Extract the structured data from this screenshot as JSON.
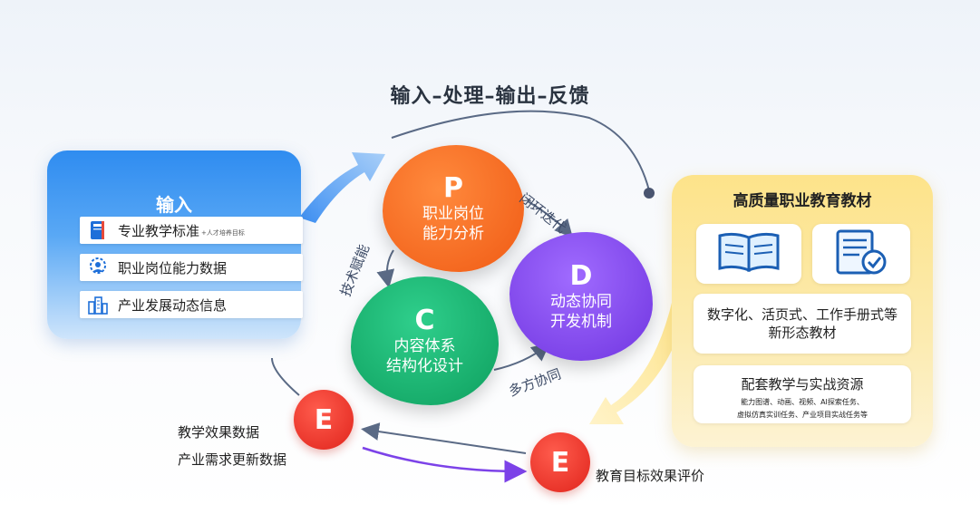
{
  "title": "输入–处理–输出–反馈",
  "input": {
    "title": "输入",
    "items": [
      {
        "label": "专业教学标准",
        "sub": "+人才培养目标",
        "icon": "book-icon"
      },
      {
        "label": "职业岗位能力数据",
        "icon": "gear-person-icon"
      },
      {
        "label": "产业发展动态信息",
        "icon": "building-icon"
      }
    ]
  },
  "nodes": {
    "p": {
      "letter": "P",
      "line1": "职业岗位",
      "line2": "能力分析",
      "color": "#f26a1f"
    },
    "c": {
      "letter": "C",
      "line1": "内容体系",
      "line2": "结构化设计",
      "color": "#14ad68"
    },
    "d": {
      "letter": "D",
      "line1": "动态协同",
      "line2": "开发机制",
      "color": "#7c42e8"
    }
  },
  "edges": {
    "pd": "闭环迭代",
    "pc": "技术赋能",
    "cd": "多方协同"
  },
  "feedback": {
    "e_left": "E",
    "e_bottom": "E",
    "left_text_1": "教学效果数据",
    "left_text_2": "产业需求更新数据",
    "bottom_text": "教育目标效果评价"
  },
  "output": {
    "title": "高质量职业教育教材",
    "desc_line1": "数字化、活页式、工作手册式等",
    "desc_line2": "新形态教材",
    "resources_title": "配套教学与实战资源",
    "resources_line1": "能力图谱、动画、视频、AI探索任务、",
    "resources_line2": "虚拟仿真实训任务、产业项目实战任务等",
    "icons": [
      "open-book-icon",
      "checklist-icon"
    ]
  },
  "colors": {
    "input_blue": "#2f8cf0",
    "output_yellow": "#fde38a",
    "feedback_red": "#e0241c",
    "arrow_slate": "#5a6a85",
    "arrow_purple": "#7c42e8"
  }
}
